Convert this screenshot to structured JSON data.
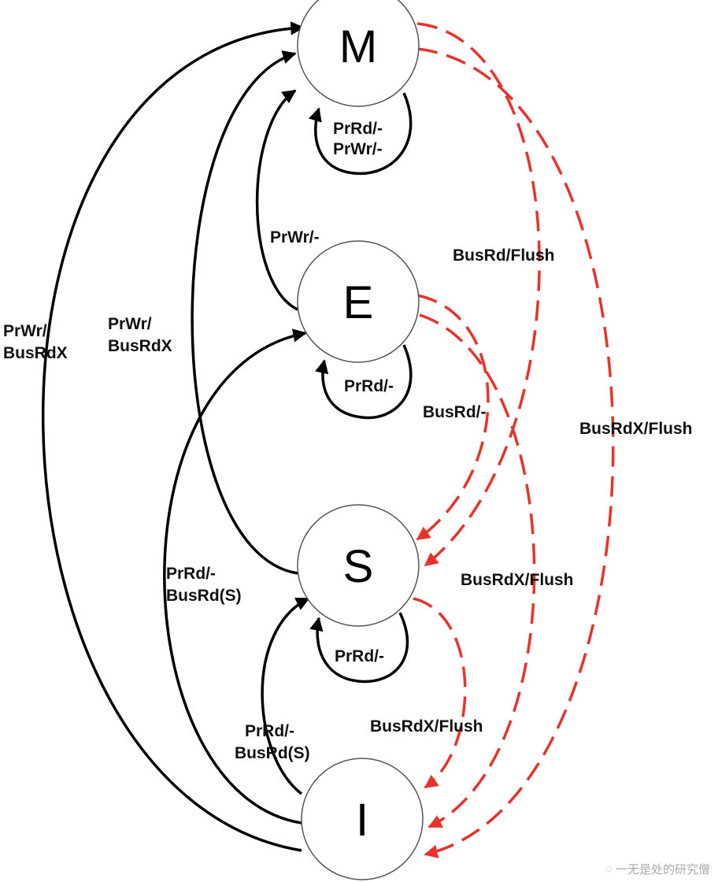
{
  "states": {
    "m": "M",
    "e": "E",
    "s": "S",
    "i": "I"
  },
  "labels": {
    "m_loop_1": "PrRd/-",
    "m_loop_2": "PrWr/-",
    "e_to_m": "PrWr/-",
    "e_loop": "PrRd/-",
    "s_loop": "PrRd/-",
    "i_to_m_1": "PrWr/",
    "i_to_m_2": "BusRdX",
    "s_to_m_1": "PrWr/",
    "s_to_m_2": "BusRdX",
    "i_to_e_1": "PrRd/-",
    "i_to_e_2": "BusRd(S)",
    "i_to_s_1": "PrRd/-",
    "i_to_s_2": "BusRd(S)",
    "m_to_s": "BusRd/Flush",
    "m_to_i": "BusRdX/Flush",
    "e_to_s": "BusRd/-",
    "e_to_i": "BusRdX/Flush",
    "s_to_i": "BusRdX/Flush"
  },
  "colors": {
    "processor_transition": "#000000",
    "bus_transition": "#e8322a"
  },
  "watermark": {
    "text": "一无是处的研究僧",
    "icon": "wechat-icon"
  }
}
